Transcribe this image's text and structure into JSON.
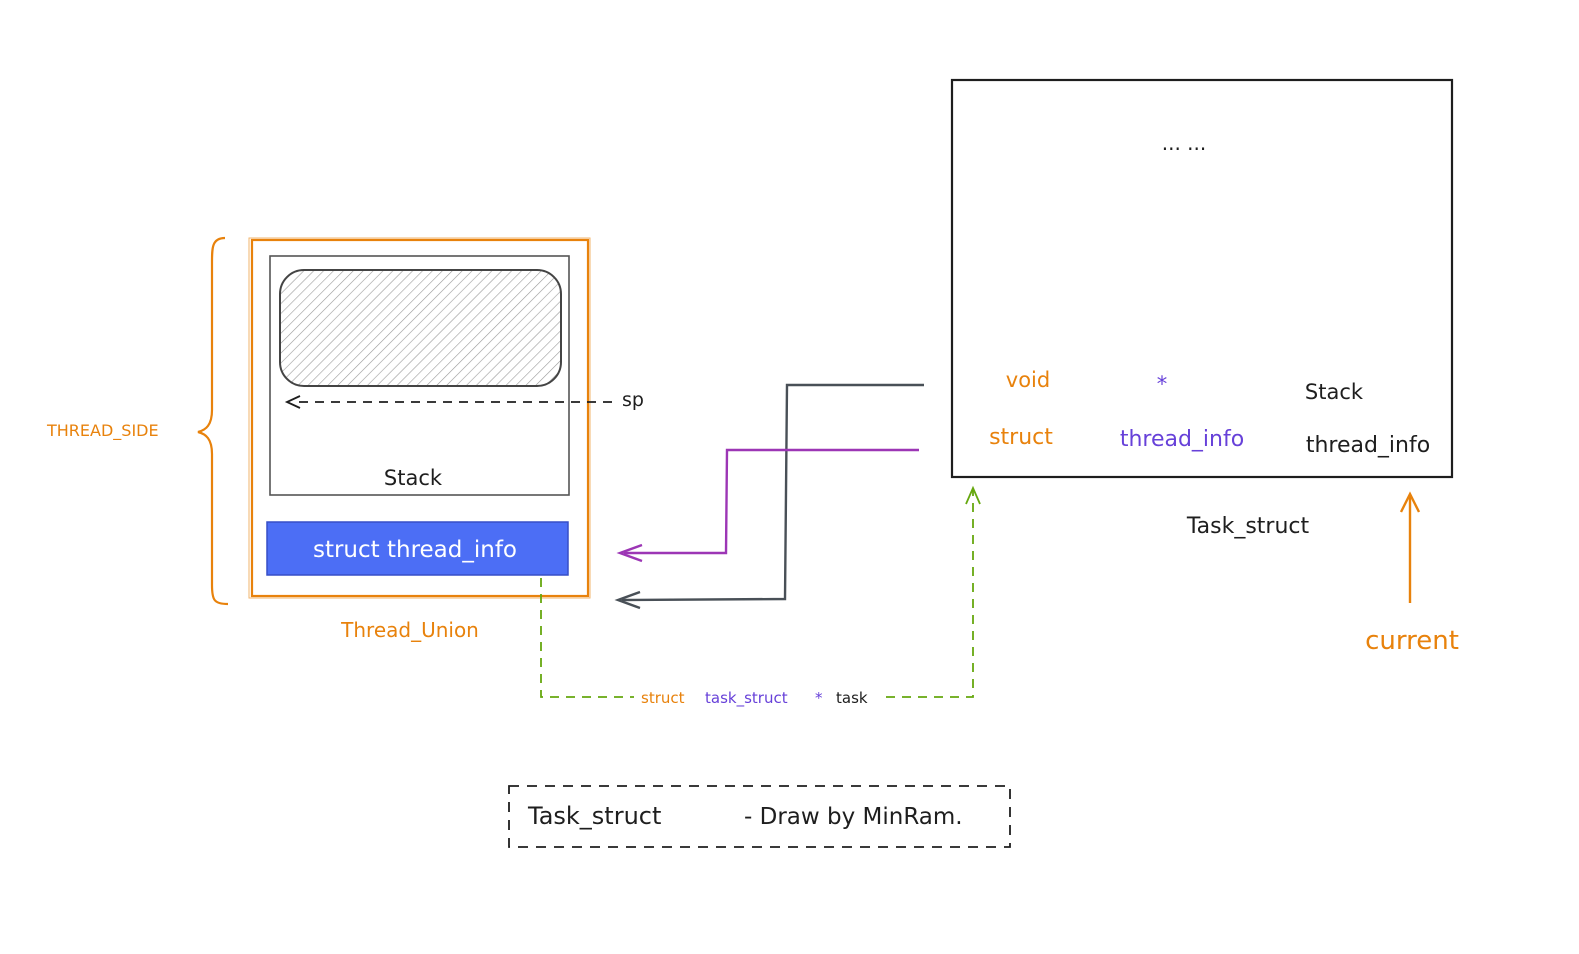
{
  "colors": {
    "orange": "#e8820c",
    "purple": "#6741d9",
    "magenta_arrow": "#9c36b5",
    "gray_arrow": "#495057",
    "green_dashed": "#66a80f",
    "blue_block": "#4c6ef5",
    "black": "#1e1e1e"
  },
  "thread_union": {
    "side_label": "THREAD_SIDE",
    "sp_label": "sp",
    "stack_label": "Stack",
    "thread_info_block": "struct thread_info",
    "caption": "Thread_Union"
  },
  "task_struct": {
    "ellipsis": "... ...",
    "row1": {
      "col1": "void",
      "col2": "*",
      "col3": "Stack"
    },
    "row2": {
      "col1": "struct",
      "col2": "thread_info",
      "col3": "thread_info"
    },
    "caption": "Task_struct",
    "current_label": "current"
  },
  "task_pointer": {
    "struct": "struct",
    "type": "task_struct",
    "star": "*",
    "name": "task"
  },
  "footer": {
    "title": "Task_struct",
    "credit": "- Draw by MinRam."
  }
}
